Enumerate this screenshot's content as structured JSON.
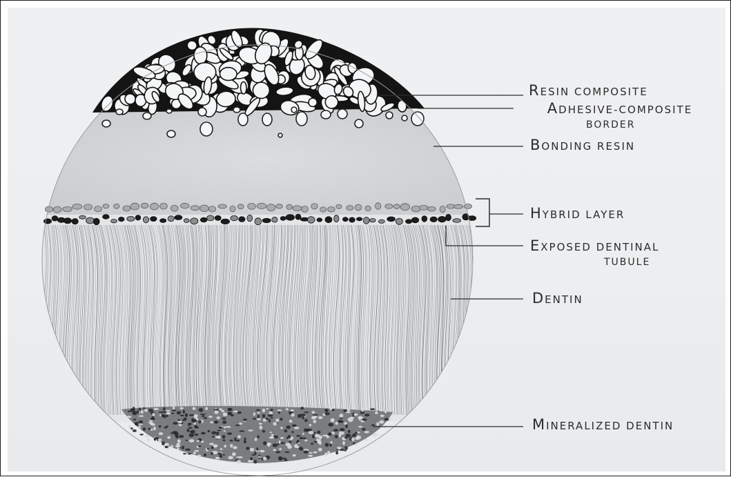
{
  "diagram": {
    "labels": {
      "resin_composite": "Resin Composite",
      "adhesive_border_line1": "Adhesive-Composite",
      "adhesive_border_line2": "Border",
      "bonding_resin": "Bonding Resin",
      "hybrid_layer": "Hybrid Layer",
      "exposed_tubule_line1": "Exposed Dentinal",
      "exposed_tubule_line2": "Tubule",
      "dentin": "Dentin",
      "mineralized_dentin": "Mineralized Dentin"
    },
    "colors": {
      "ink": "#1e1e1e",
      "paper": "#eceef0",
      "shading": "#c9cbcd"
    }
  }
}
